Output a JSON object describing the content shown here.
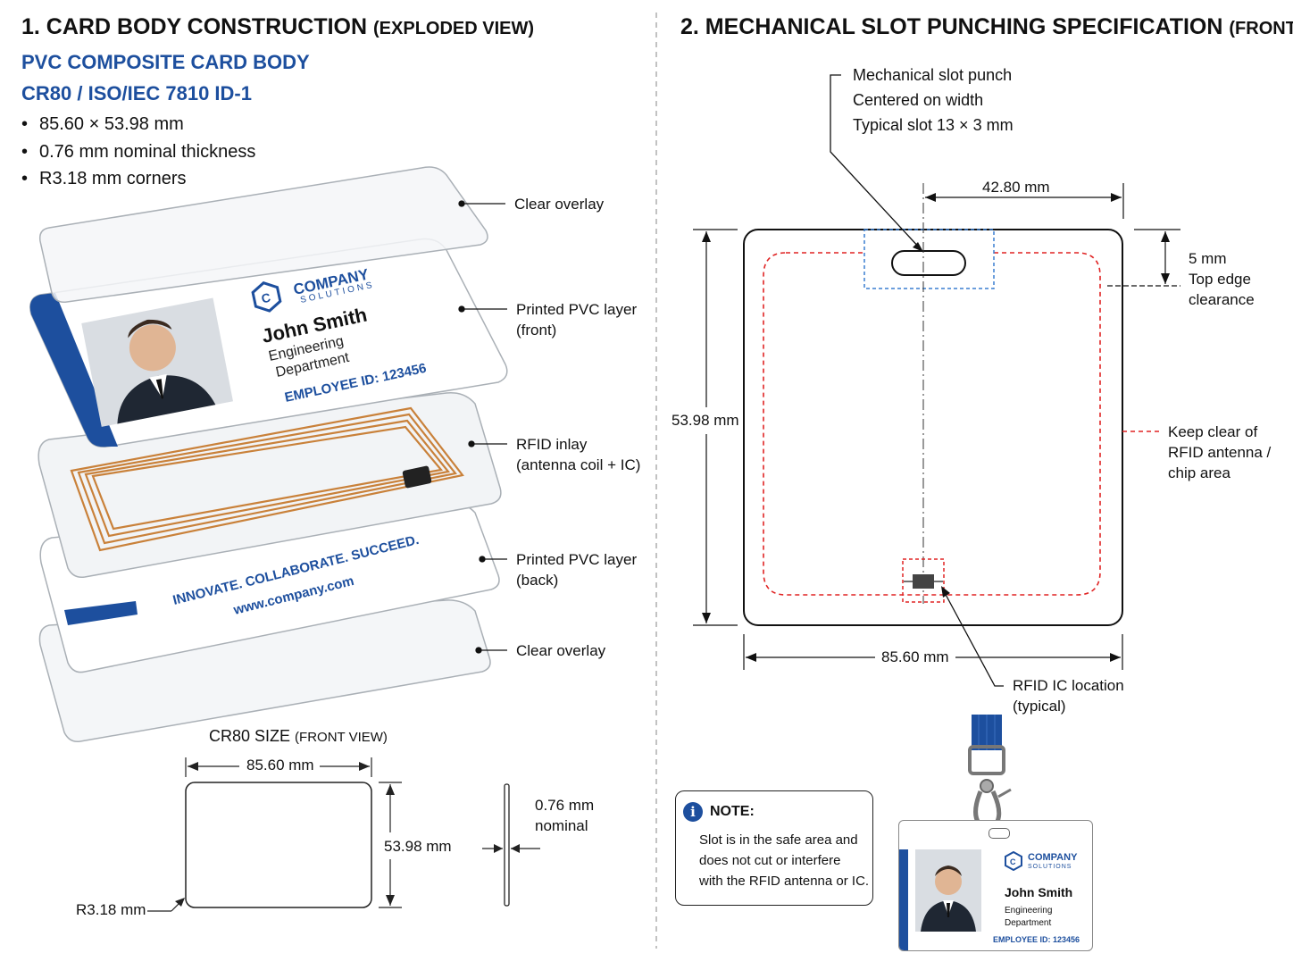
{
  "left": {
    "title": "1. CARD BODY CONSTRUCTION",
    "title_sub": "(EXPLODED VIEW)",
    "subtitle1": "PVC COMPOSITE CARD BODY",
    "subtitle2": "CR80 / ISO/IEC 7810 ID-1",
    "bullets": [
      "85.60 × 53.98 mm",
      "0.76 mm nominal thickness",
      "R3.18 mm corners"
    ],
    "layers": [
      {
        "line1": "Clear overlay",
        "line2": ""
      },
      {
        "line1": "Printed PVC layer",
        "line2": "(front)"
      },
      {
        "line1": "RFID inlay",
        "line2": "(antenna coil + IC)"
      },
      {
        "line1": "Printed PVC layer",
        "line2": "(back)"
      },
      {
        "line1": "Clear overlay",
        "line2": ""
      }
    ],
    "front_card": {
      "company": "COMPANY",
      "company_sub": "SOLUTIONS",
      "name": "John Smith",
      "dept1": "Engineering",
      "dept2": "Department",
      "employee_id": "EMPLOYEE ID: 123456"
    },
    "back_card": {
      "slogan": "INNOVATE. COLLABORATE. SUCCEED.",
      "url": "www.company.com"
    },
    "size_view": {
      "title": "CR80 SIZE",
      "title_sub": "(FRONT VIEW)",
      "width": "85.60 mm",
      "height": "53.98 mm",
      "thickness1": "0.76 mm",
      "thickness2": "nominal",
      "radius": "R3.18 mm"
    }
  },
  "right": {
    "title": "2. MECHANICAL SLOT PUNCHING SPECIFICATION",
    "title_sub": "(FRONT VIEW)",
    "slot_callout": [
      "Mechanical slot punch",
      "Centered on width",
      "Typical slot 13 × 3 mm"
    ],
    "half_width": "42.80 mm",
    "height": "53.98 mm",
    "width": "85.60 mm",
    "top_clearance": [
      "5 mm",
      "Top edge",
      "clearance"
    ],
    "keep_clear": [
      "Keep clear of",
      "RFID antenna /",
      "chip area"
    ],
    "rfid_ic": [
      "RFID IC location",
      "(typical)"
    ],
    "note": {
      "title": "NOTE:",
      "lines": [
        "Slot is in the safe area and",
        "does not cut or interfere",
        "with the RFID antenna or IC."
      ]
    },
    "badge": {
      "company": "COMPANY",
      "company_sub": "SOLUTIONS",
      "name": "John Smith",
      "dept1": "Engineering",
      "dept2": "Department",
      "employee_id": "EMPLOYEE ID: 123456"
    }
  },
  "colors": {
    "brand_blue": "#1d4f9e",
    "keep_clear_red": "#e02424",
    "slot_zone_blue": "#3a7fd0",
    "antenna_copper": "#c9813a"
  }
}
